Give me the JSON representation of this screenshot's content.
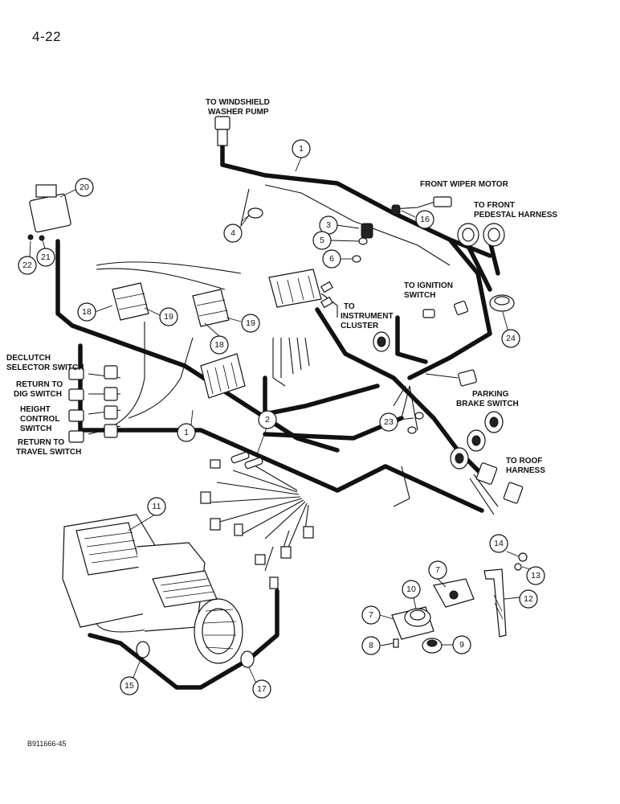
{
  "page": {
    "number": "4-22",
    "doc_code": "B911666-45"
  },
  "labels": {
    "windshield_washer": [
      "TO WINDSHIELD",
      "WASHER PUMP"
    ],
    "front_wiper": [
      "FRONT WIPER MOTOR"
    ],
    "front_pedestal": [
      "TO FRONT",
      "PEDESTAL HARNESS"
    ],
    "ignition": [
      "TO IGNITION",
      "SWITCH"
    ],
    "instrument": [
      "TO",
      "INSTRUMENT",
      "CLUSTER"
    ],
    "declutch": [
      "DECLUTCH",
      "SELECTOR SWITCH"
    ],
    "return_dig": [
      "RETURN TO",
      "DIG SWITCH"
    ],
    "height_control": [
      "HEIGHT",
      "CONTROL",
      "SWITCH"
    ],
    "return_travel": [
      "RETURN TO",
      "TRAVEL SWITCH"
    ],
    "parking_brake": [
      "PARKING",
      "BRAKE SWITCH"
    ],
    "roof": [
      "TO ROOF",
      "HARNESS"
    ]
  },
  "callouts": [
    "1",
    "1",
    "2",
    "3",
    "4",
    "5",
    "6",
    "7",
    "7",
    "8",
    "9",
    "10",
    "11",
    "12",
    "13",
    "14",
    "15",
    "16",
    "17",
    "18",
    "18",
    "19",
    "19",
    "20",
    "21",
    "22",
    "23",
    "24"
  ],
  "colors": {
    "ink": "#111111",
    "paper": "#ffffff"
  }
}
